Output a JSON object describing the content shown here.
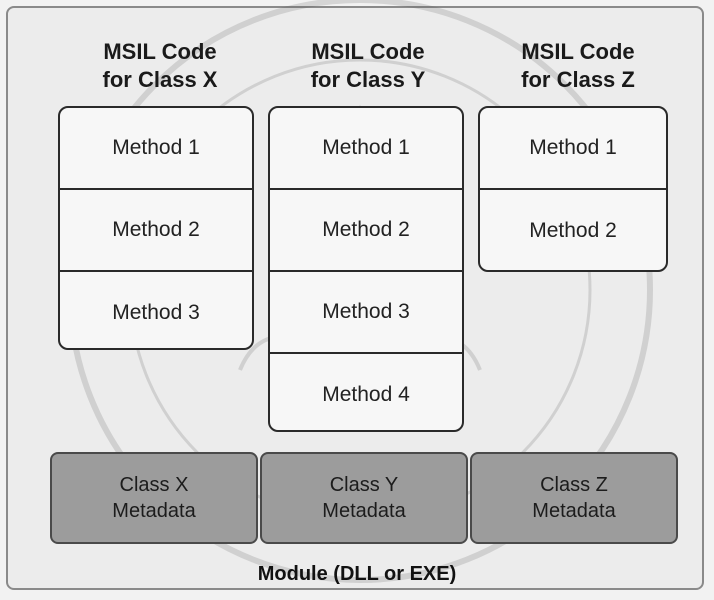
{
  "classes": [
    {
      "title": "MSIL Code\nfor Class X",
      "methods": [
        "Method 1",
        "Method 2",
        "Method 3"
      ]
    },
    {
      "title": "MSIL Code\nfor Class Y",
      "methods": [
        "Method 1",
        "Method 2",
        "Method 3",
        "Method 4"
      ]
    },
    {
      "title": "MSIL Code\nfor Class Z",
      "methods": [
        "Method 1",
        "Method 2"
      ]
    }
  ],
  "metadata": [
    {
      "line1": "Class X",
      "line2": "Metadata"
    },
    {
      "line1": "Class Y",
      "line2": "Metadata"
    },
    {
      "line1": "Class Z",
      "line2": "Metadata"
    }
  ],
  "module_label": "Module (DLL or EXE)",
  "colors": {
    "metadata_fill": "#9c9c9c",
    "method_fill": "#f7f7f7",
    "border": "#2a2a2a"
  }
}
